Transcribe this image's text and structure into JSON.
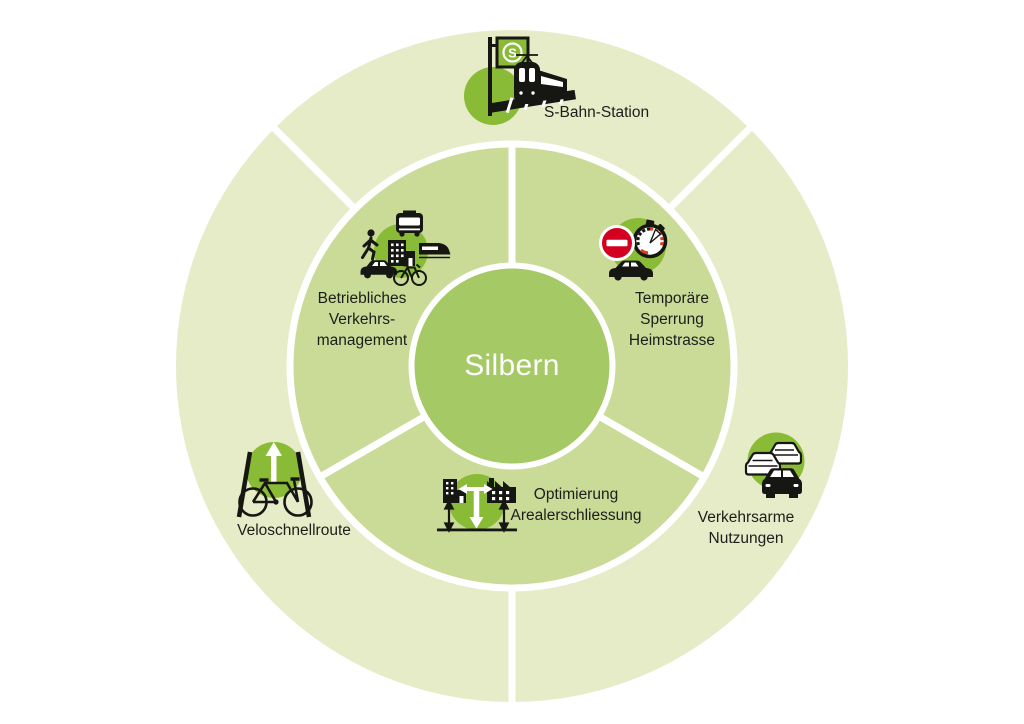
{
  "diagram": {
    "center": {
      "label": "Silbern"
    },
    "sbahn_sign_letter": "S",
    "middle_ring_segments": [
      {
        "name": "betriebliches-verkehrsmanagement",
        "lines": [
          "Betriebliches",
          "Verkehrs-",
          "management"
        ],
        "icon": "multimodal-transport-icon"
      },
      {
        "name": "temporaere-sperrung-heimstrasse",
        "lines": [
          "Temporäre",
          "Sperrung",
          "Heimstrasse"
        ],
        "icon": "closure-stopwatch-car-icon"
      },
      {
        "name": "optimierung-arealerschliessung",
        "lines": [
          "Optimierung",
          "Arealerschliessung"
        ],
        "icon": "site-development-arrows-icon"
      }
    ],
    "outer_ring_segments": [
      {
        "name": "s-bahn-station",
        "lines": [
          "S-Bahn-Station"
        ],
        "icon": "sbahn-train-icon"
      },
      {
        "name": "verkehrsarme-nutzungen",
        "lines": [
          "Verkehrsarme",
          "Nutzungen"
        ],
        "icon": "car-traffic-icon"
      },
      {
        "name": "veloschnellroute",
        "lines": [
          "Veloschnellroute"
        ],
        "icon": "bicycle-fast-route-icon"
      }
    ],
    "colors": {
      "background": "#ffffff",
      "outer_ring": "#e5ecc7",
      "middle_ring": "#c9db97",
      "center_circle": "#a5c964",
      "icon_circle": "#8abb37",
      "divider": "#ffffff",
      "pictogram": "#161612",
      "text": "#1d1d1b",
      "center_text": "#ffffff",
      "sign_red": "#d40022",
      "gauge_red": "#e23a22"
    }
  }
}
